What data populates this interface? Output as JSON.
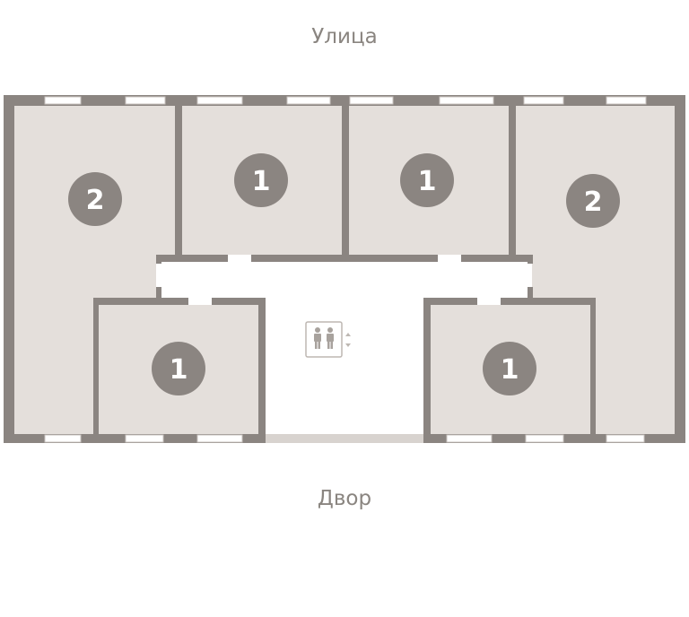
{
  "labels": {
    "street": "Улица",
    "yard": "Двор"
  },
  "apartments": [
    {
      "id": "apt-1",
      "rooms": "2"
    },
    {
      "id": "apt-2",
      "rooms": "1"
    },
    {
      "id": "apt-3",
      "rooms": "1"
    },
    {
      "id": "apt-4",
      "rooms": "2"
    },
    {
      "id": "apt-5",
      "rooms": "1"
    },
    {
      "id": "apt-6",
      "rooms": "1"
    }
  ],
  "colors": {
    "wall": "#8b8581",
    "room_fill": "#e4dfdb",
    "badge": "#8b8581",
    "badge_text": "#ffffff",
    "label": "#8a8580",
    "window": "#ffffff"
  },
  "icons": {
    "elevator": "elevator-icon"
  }
}
